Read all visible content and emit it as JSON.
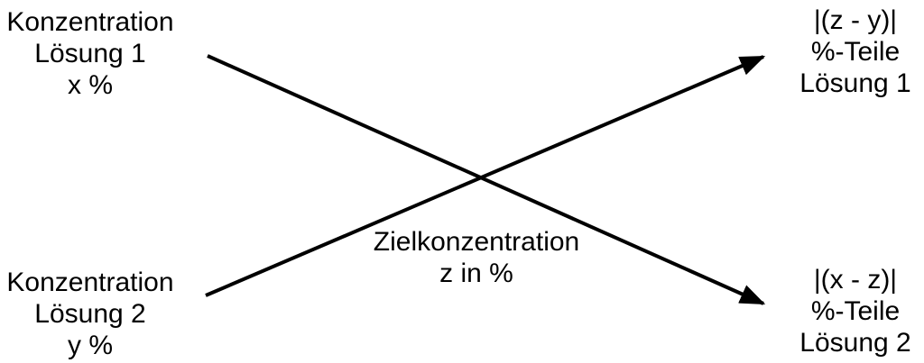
{
  "diagram": {
    "background": "#ffffff",
    "text_color": "#000000",
    "line_color": "#000000",
    "nodes": {
      "top_left": {
        "lines": [
          "Konzentration",
          "Lösung 1",
          "x %"
        ]
      },
      "bottom_left": {
        "lines": [
          "Konzentration",
          "Lösung 2",
          "y %"
        ]
      },
      "center": {
        "lines": [
          "Zielkonzentration",
          "z in %"
        ]
      },
      "top_right": {
        "lines": [
          "|(z - y)|",
          "%-Teile",
          "Lösung 1"
        ]
      },
      "bottom_right": {
        "lines": [
          "|(x - z)|",
          "%-Teile",
          "Lösung 2"
        ]
      }
    },
    "arrows": [
      {
        "from": "top_left",
        "to": "bottom_right"
      },
      {
        "from": "bottom_left",
        "to": "top_right"
      }
    ]
  }
}
